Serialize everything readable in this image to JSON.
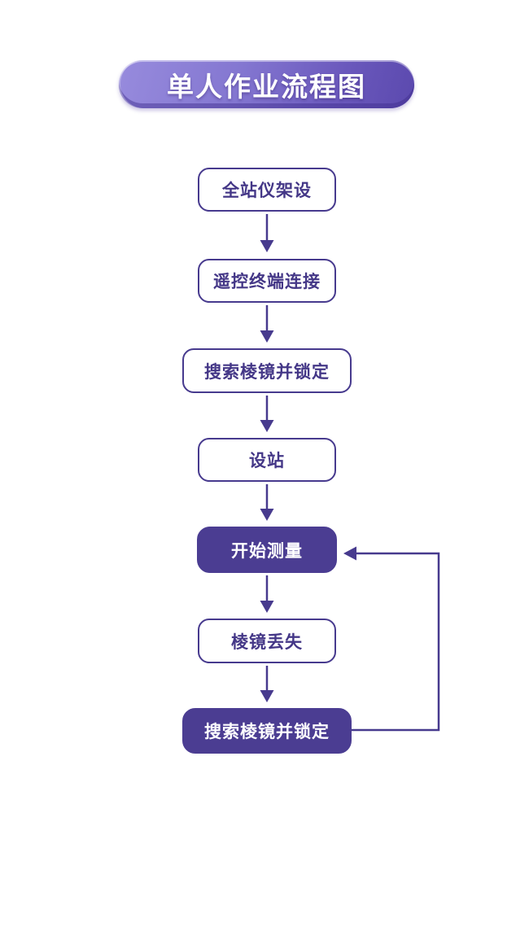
{
  "title": "单人作业流程图",
  "colors": {
    "background": "#ffffff",
    "line_and_border": "#473a8e",
    "filled_node": "#4b3d92",
    "outline_node_text": "#443787",
    "banner_gradient_light": "#978bdd",
    "banner_gradient_dark": "#5b49ae",
    "banner_text": "#ffffff"
  },
  "nodes": [
    {
      "id": "total-station-setup",
      "label": "全站仪架设",
      "style": "outline"
    },
    {
      "id": "remote-terminal-connect",
      "label": "遥控终端连接",
      "style": "outline"
    },
    {
      "id": "search-lock-prism",
      "label": "搜索棱镜并锁定",
      "style": "outline"
    },
    {
      "id": "set-station",
      "label": "设站",
      "style": "outline"
    },
    {
      "id": "start-measurement",
      "label": "开始测量",
      "style": "filled"
    },
    {
      "id": "prism-lost",
      "label": "棱镜丢失",
      "style": "outline"
    },
    {
      "id": "search-lock-prism-again",
      "label": "搜索棱镜并锁定",
      "style": "filled"
    }
  ],
  "edges": [
    {
      "from": "total-station-setup",
      "to": "remote-terminal-connect",
      "type": "straight"
    },
    {
      "from": "remote-terminal-connect",
      "to": "search-lock-prism",
      "type": "straight"
    },
    {
      "from": "search-lock-prism",
      "to": "set-station",
      "type": "straight"
    },
    {
      "from": "set-station",
      "to": "start-measurement",
      "type": "straight"
    },
    {
      "from": "start-measurement",
      "to": "prism-lost",
      "type": "straight"
    },
    {
      "from": "prism-lost",
      "to": "search-lock-prism-again",
      "type": "straight"
    },
    {
      "from": "search-lock-prism-again",
      "to": "start-measurement",
      "type": "loop-right"
    }
  ]
}
